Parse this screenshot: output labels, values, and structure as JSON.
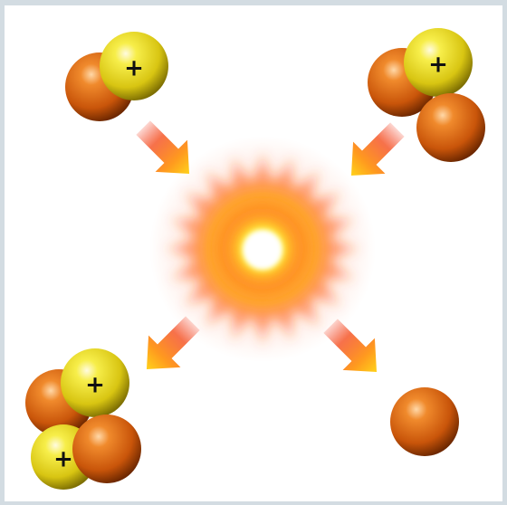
{
  "diagram": {
    "description_type": "nuclear-fusion",
    "colors": {
      "proton": "#f2e32a",
      "neutron": "#e0660f",
      "arrow_start": "#f23a1e",
      "arrow_end": "#ffd21a",
      "flash_core": "#ffffff",
      "flash_mid": "#fff23a",
      "flash_outer": "#ff5a1a"
    },
    "charge_symbol": "+",
    "reactants": [
      {
        "id": "deuterium-left",
        "particles": [
          "neutron",
          "proton"
        ]
      },
      {
        "id": "tritium-right",
        "particles": [
          "neutron",
          "proton",
          "neutron"
        ]
      }
    ],
    "products": [
      {
        "id": "helium-nucleus",
        "particles": [
          "neutron",
          "proton",
          "proton",
          "neutron"
        ]
      },
      {
        "id": "free-neutron",
        "particles": [
          "neutron"
        ]
      }
    ]
  }
}
